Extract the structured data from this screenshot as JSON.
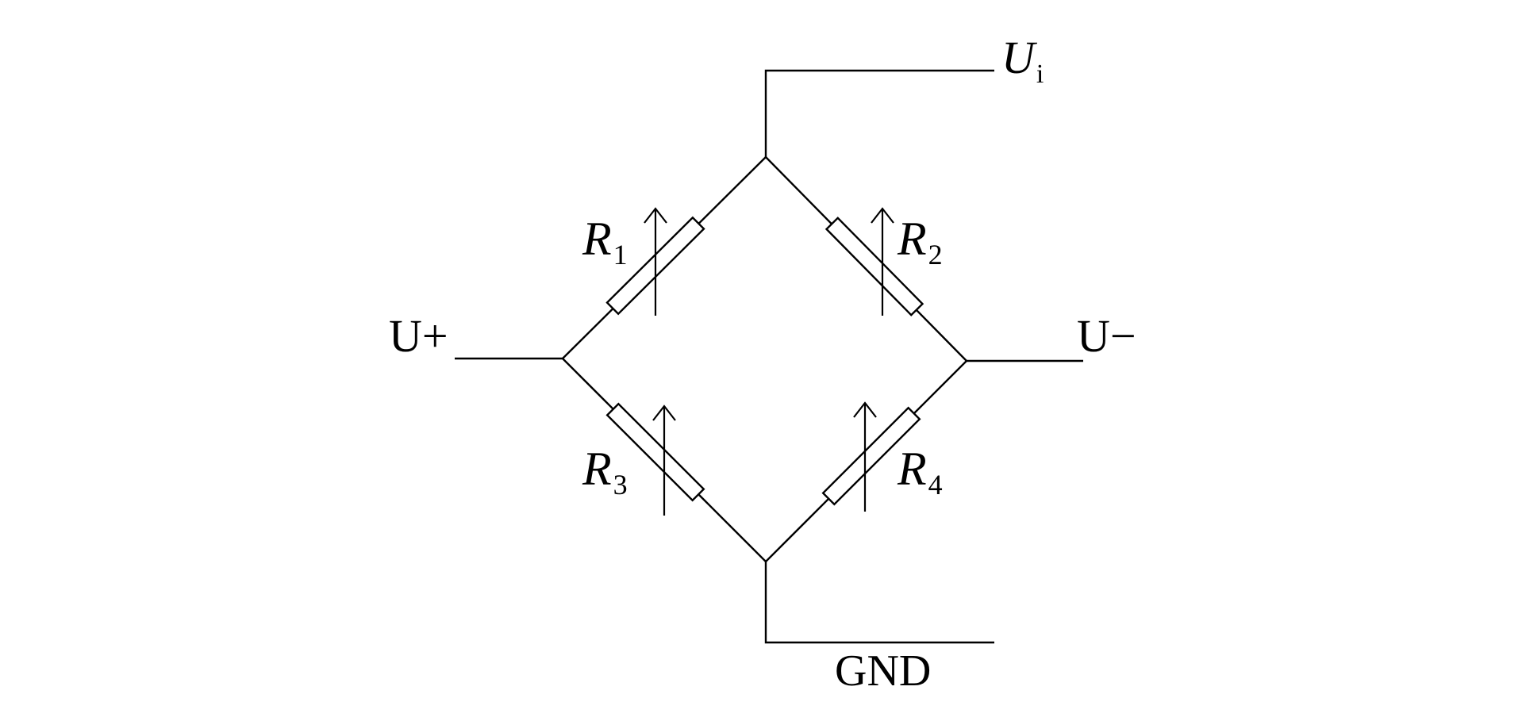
{
  "terminals": {
    "top_symbol": "U",
    "top_subscript": "i",
    "left": "U+",
    "right": "U−",
    "bottom": "GND"
  },
  "resistors": [
    {
      "symbol": "R",
      "subscript": "1"
    },
    {
      "symbol": "R",
      "subscript": "2"
    },
    {
      "symbol": "R",
      "subscript": "3"
    },
    {
      "symbol": "R",
      "subscript": "4"
    }
  ],
  "colors": {
    "line": "#000000",
    "background": "#ffffff"
  }
}
